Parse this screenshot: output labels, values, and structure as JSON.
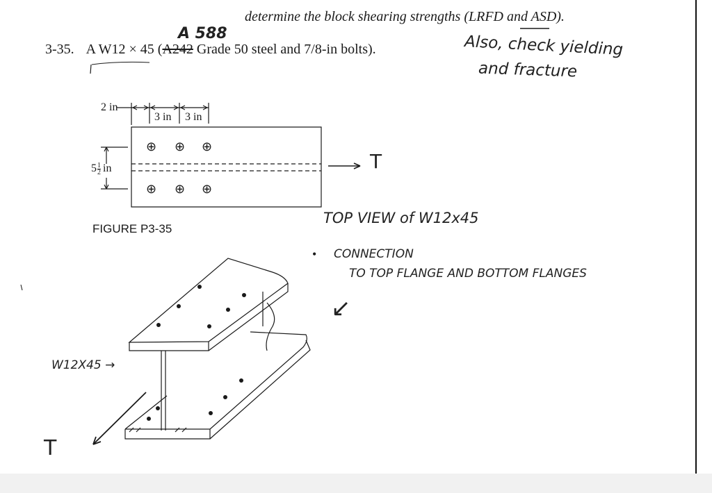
{
  "problem": {
    "header_fragment": "determine the block shearing strengths (LRFD and ASD).",
    "number": "3-35.",
    "statement_a": "A W12 × 45 (",
    "struck_grade": "A242",
    "statement_b": "Grade 50 steel and 7/8-in bolts).",
    "handwritten_grade": "A 588"
  },
  "handwritten_notes": {
    "also_check_line1": "Also, check yielding",
    "also_check_line2": "and fracture",
    "top_view_label": "TOP VIEW of W12x45",
    "bullet": "•",
    "connection_line1": "CONNECTION",
    "connection_line2": "TO TOP FLANGE AND BOTTOM FLANGES",
    "arrow_glyph": "↙",
    "member_label": "W12X45 →",
    "tension_label_plan": "T",
    "tension_label_iso": "T"
  },
  "figure": {
    "caption": "FIGURE P3-35",
    "dim_edge": "2 in",
    "dim_spacing_1": "3 in",
    "dim_spacing_2": "3 in",
    "dim_gage_whole": "5",
    "dim_gage_num": "1",
    "dim_gage_den": "2",
    "dim_gage_unit": "in",
    "bolt_glyph": "⊕",
    "bolt_rows": 2,
    "bolts_per_row": 3
  },
  "colors": {
    "ink": "#1a1a1a",
    "paper": "#ffffff",
    "border": "#111111"
  }
}
